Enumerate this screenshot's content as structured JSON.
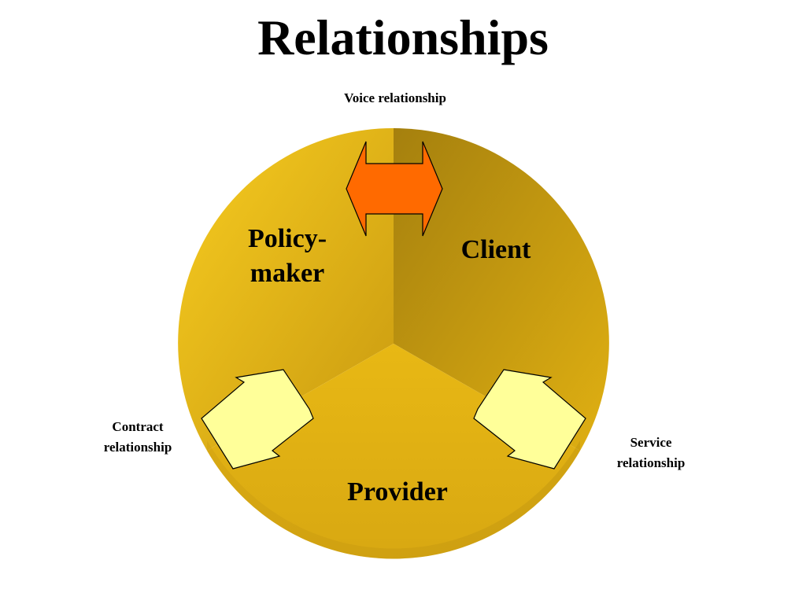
{
  "title": "Relationships",
  "segments": {
    "policymaker": [
      "Policy-",
      "maker"
    ],
    "client": "Client",
    "provider": "Provider"
  },
  "relationships": {
    "voice": "Voice relationship",
    "contract": [
      "Contract",
      "relationship"
    ],
    "service": [
      "Service",
      "relationship"
    ]
  },
  "colors": {
    "circle_light": "#F5C518",
    "circle_mid": "#DDAA10",
    "circle_dark": "#9C7A0C",
    "voice_arrow": "#FF6A00",
    "side_arrows": "#FFFF99",
    "outline": "#000000"
  }
}
